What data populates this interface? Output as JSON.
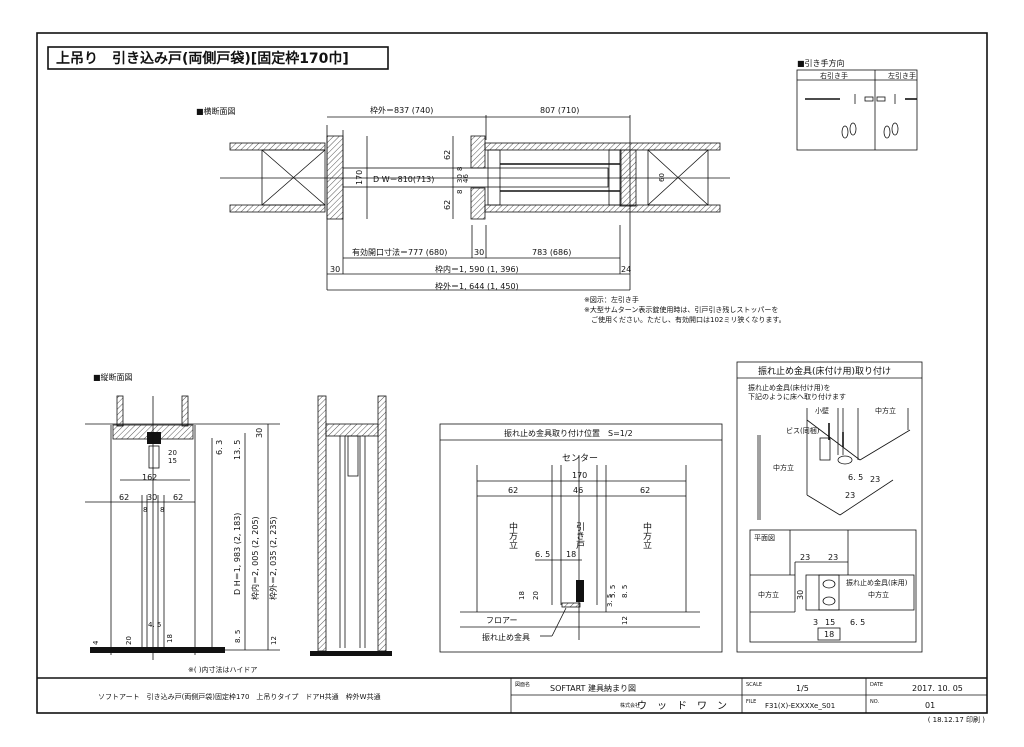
{
  "title": "上吊り　引き込み戸(両側戸袋)[固定枠170巾]",
  "plan_section": {
    "heading": "■横断面図",
    "dims": {
      "frame_outer_left": "枠外＝837 (740)",
      "frame_outer_right": "807 (710)",
      "dw": "D W＝810(713)",
      "d46": "46",
      "d170": "170",
      "d62a": "62",
      "d62b": "62",
      "d8a": "8",
      "d8b": "8",
      "d30": "30",
      "d60": "60",
      "effective_opening": "有効開口寸法＝777 (680)",
      "gap30": "30",
      "right_783": "783 (686)",
      "left30": "30",
      "frame_inner": "枠内＝1, 590 (1, 396)",
      "right24": "24",
      "frame_outer": "枠外＝1, 644 (1, 450)"
    },
    "notes": [
      "※図示：左引き手",
      "※大型サムターン表示錠使用時は、引戸引き残しストッパーを",
      "　ご使用ください。ただし、有効開口は102ミリ狭くなります。"
    ]
  },
  "handle_direction": {
    "heading": "■引き手方向",
    "right_label": "右引き手",
    "left_label": "左引き手"
  },
  "vertical_section": {
    "heading": "■縦断面図",
    "dims": {
      "d20top": "20",
      "d15": "15",
      "d162": "162",
      "d62l": "62",
      "d30": "30",
      "d62r": "62",
      "d8l": "8",
      "d8r": "8",
      "d63": "6. 3",
      "d135": "13. 5",
      "d30r": "30",
      "dh": "D H＝1, 983 (2, 183)",
      "inner": "枠内＝2, 005 (2, 205)",
      "outer": "枠外＝2, 035 (2, 235)",
      "d45": "4. 5",
      "d20": "20",
      "d18": "18",
      "d85": "8. 5",
      "d12": "12",
      "d4": "4"
    },
    "note": "※(  )内寸法はハイドア"
  },
  "stopper_position": {
    "heading": "振れ止め金具取り付け位置　S=1/2",
    "center": "センター",
    "d170": "170",
    "d62l": "62",
    "d46": "46",
    "d62r": "62",
    "mullion_left": "中方立",
    "door": "引き戸",
    "mullion_right": "中方立",
    "d65": "6. 5",
    "d18": "18",
    "d18v": "18",
    "d20v": "20",
    "d55": "5. 5",
    "d85": "8. 5",
    "d35": "3. 5",
    "d12": "12",
    "floor": "フロアー",
    "stopper": "振れ止め金具"
  },
  "stopper_install": {
    "heading": "振れ止め金具(床付け用)取り付け",
    "instruction_1": "振れ止め金具(床付け用)を",
    "instruction_2": "下記のように床へ取り付けます",
    "small_wall": "小壁",
    "screw": "ビス(同梱)",
    "mullion_a": "中方立",
    "mullion_b": "中方立",
    "d65": "6. 5",
    "d23a": "23",
    "d23b": "23",
    "plan_label": "平面図",
    "p23a": "23",
    "p23b": "23",
    "p30": "30",
    "p_mullion_l": "中方立",
    "p_mullion_r": "中方立",
    "p_stopper": "振れ止め金具(床用)",
    "p3": "3",
    "p15": "15",
    "p65": "6. 5",
    "p18": "18"
  },
  "title_block": {
    "description": "ソフトアート　引き込み戸(両側戸袋)固定枠170　上吊りタイプ　ドアH共通　枠外W共通",
    "drawing_label": "図面名",
    "drawing_name": "SOFTART 建具納まり図",
    "company_label": "株式会社",
    "company": "ウ　ッ　ド　ワ　ン",
    "scale_label": "SCALE",
    "scale": "1/5",
    "file_label": "FILE",
    "file": "F31(X)-EXXXXe_S01",
    "date_label": "DATE",
    "date": "2017. 10. 05",
    "no_label": "NO.",
    "no": "01",
    "printed": "( 18.12.17 印刷 )"
  }
}
